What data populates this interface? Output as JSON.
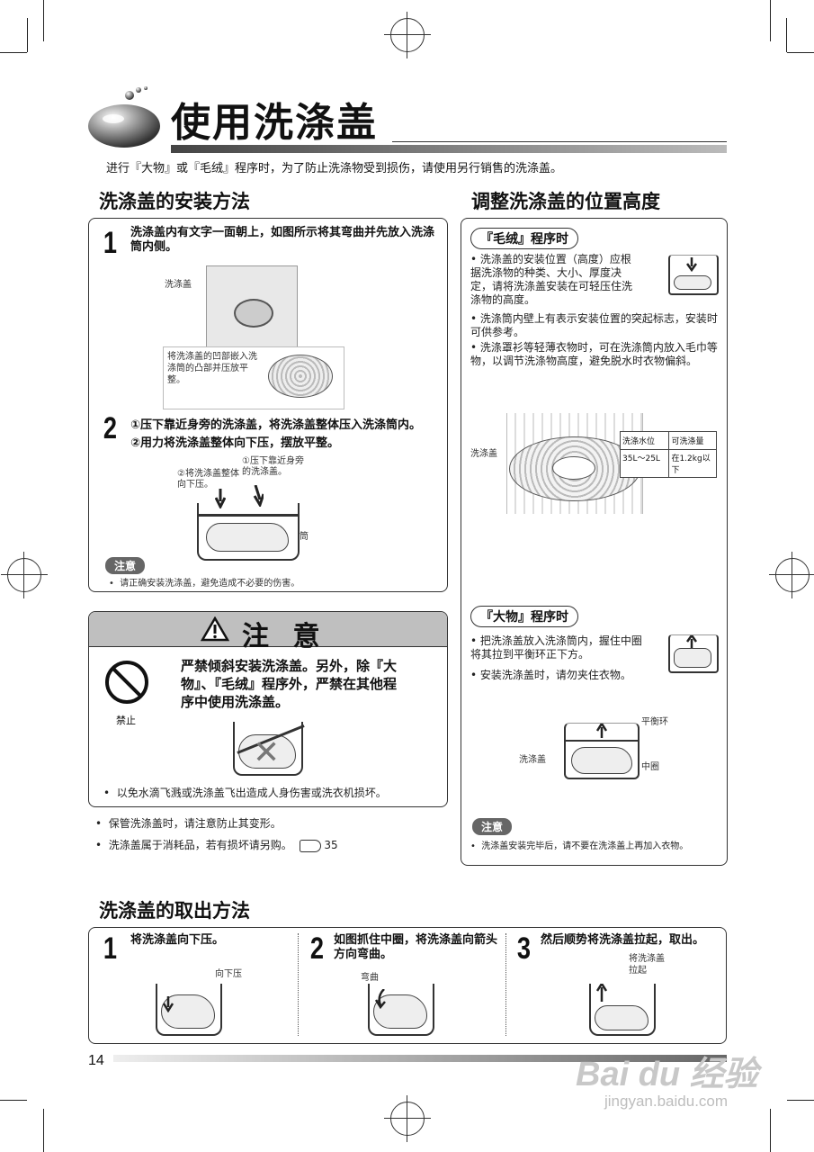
{
  "page": {
    "title": "使用洗涤盖",
    "intro": "进行『大物』或『毛绒』程序时，为了防止洗涤物受到损伤，请使用另行销售的洗涤盖。",
    "page_number": "14",
    "watermark_brand": "Bai du 经验",
    "watermark_url": "jingyan.baidu.com"
  },
  "install": {
    "heading": "洗涤盖的安装方法",
    "step1_num": "1",
    "step1_text": "洗涤盖内有文字一面朝上，如图所示将其弯曲并先放入洗涤筒内侧。",
    "step1_label": "洗涤盖",
    "step1_note": "将洗涤盖的凹部嵌入洗涤筒的凸部并压放平整。",
    "step2_num": "2",
    "step2_line1": "①压下靠近身旁的洗涤盖，将洗涤盖整体压入洗涤筒内。",
    "step2_line2": "②用力将洗涤盖整体向下压，摆放平整。",
    "step2_callout1": "①压下靠近身旁的洗涤盖。",
    "step2_callout2": "②将洗涤盖整体向下压。",
    "step2_label_tub": "筒",
    "note_label": "注意",
    "note_text": "请正确安装洗涤盖，避免造成不必要的伤害。"
  },
  "caution": {
    "title": "注 意",
    "prohibit_label": "禁止",
    "main_text": "严禁倾斜安装洗涤盖。另外，除『大物』、『毛绒』程序外，严禁在其他程序中使用洗涤盖。",
    "bullet": "以免水滴飞溅或洗涤盖飞出造成人身伤害或洗衣机损坏。"
  },
  "storage_notes": [
    "保管洗涤盖时，请注意防止其变形。",
    "洗涤盖属于消耗品，若有损坏请另购。"
  ],
  "storage_ref": "35",
  "adjust": {
    "heading": "调整洗涤盖的位置高度",
    "mourong_tag": "『毛绒』程序时",
    "mourong_bullets": [
      "洗涤盖的安装位置（高度）应根据洗涤物的种类、大小、厚度决定，请将洗涤盖安装在可轻压住洗涤物的高度。",
      "洗涤筒内壁上有表示安装位置的突起标志，安装时可供参考。",
      "洗涤罩衫等轻薄衣物时，可在洗涤筒内放入毛巾等物，以调节洗涤物高度，避免脱水时衣物偏斜。"
    ],
    "diagram_label": "洗涤盖",
    "table_headers": [
      "洗涤水位",
      "可洗涤量"
    ],
    "table_row": [
      "35L～25L",
      "在1.2kg以下"
    ],
    "dawu_tag": "『大物』程序时",
    "dawu_bullets": [
      "把洗涤盖放入洗涤筒内，握住中圈将其拉到平衡环正下方。",
      "安装洗涤盖时，请勿夹住衣物。"
    ],
    "dawu_label_ring": "平衡环",
    "dawu_label_cover": "洗涤盖",
    "dawu_label_center": "中圈",
    "note_label": "注意",
    "note_text": "洗涤盖安装完毕后，请不要在洗涤盖上再加入衣物。"
  },
  "remove": {
    "heading": "洗涤盖的取出方法",
    "step1_num": "1",
    "step1_text": "将洗涤盖向下压。",
    "step1_label": "向下压",
    "step2_num": "2",
    "step2_text": "如图抓住中圈，将洗涤盖向箭头方向弯曲。",
    "step2_label": "弯曲",
    "step3_num": "3",
    "step3_text": "然后顺势将洗涤盖拉起，取出。",
    "step3_label": "将洗涤盖拉起"
  }
}
